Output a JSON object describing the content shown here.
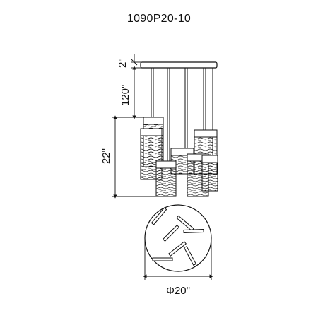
{
  "title": "1090P20-10",
  "dimensions": {
    "canopy_height": "2\"",
    "max_cord_length": "120\"",
    "fixture_height": "22\"",
    "diameter": "Φ20\""
  },
  "colors": {
    "line": "#111111",
    "background": "#ffffff"
  }
}
